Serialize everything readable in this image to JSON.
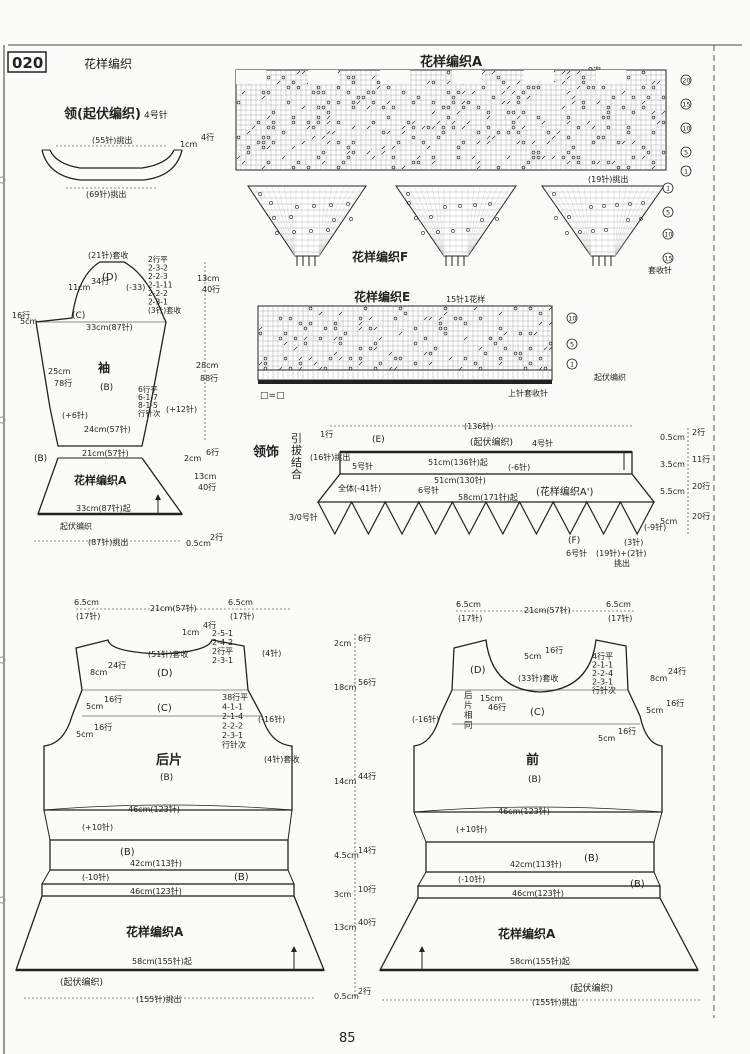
{
  "header": {
    "page_code": "020",
    "title": "花样编织",
    "page_number": "85"
  },
  "collar": {
    "title": "领(起伏编织)",
    "needle": "4号针",
    "top_pickup": "(55针)挑出",
    "bottom_pickup": "(69针)挑出",
    "height_cm": "1cm",
    "height_rows": "4行"
  },
  "sleeve": {
    "top_bind": "(21针)套收",
    "name": "袖",
    "stitch": "(B)",
    "zone_d": "(D)",
    "zone_c": "(C)",
    "cap_width": "11cm",
    "cap_rows": "34行",
    "cap_dec": "(-33)",
    "cap_schedule": [
      "2行平",
      "2-3-2",
      "2-2-3",
      "2-1-11",
      "2-2-2",
      "2-3-1",
      "(3针)套收"
    ],
    "cap_height_cm": "13cm",
    "cap_height_rows": "40行",
    "side_cm": "5cm",
    "side_rows": "16行",
    "width_33": "33cm(87针)",
    "body_cm": "25cm",
    "body_rows": "78行",
    "inc_schedule": [
      "6行平",
      "6-1-7",
      "8-1-5",
      "行针次"
    ],
    "inc_left": "(+6针)",
    "inc_right": "(+12针)",
    "total_cm": "28cm",
    "total_rows": "88行",
    "width_24": "24cm(57针)",
    "width_21": "21cm(57针)",
    "b_label": "(B)",
    "cuff_cm": "2cm",
    "cuff_rows": "6行",
    "pattern_a": "花样编织A",
    "pat_cm": "13cm",
    "pat_rows": "40行",
    "hem_width": "33cm(87针)起",
    "garter": "起伏编织",
    "pickup": "(87针)挑出",
    "hem_cm": "0.5cm",
    "hem_rows": "2行"
  },
  "chart_a": {
    "title": "花样编织A",
    "repeat": "9次",
    "row_markers": [
      "20",
      "15",
      "10",
      "5",
      "1"
    ],
    "pickup": "(19针)挑出"
  },
  "chart_f": {
    "title": "花样编织F",
    "row_markers": [
      "1",
      "5",
      "10",
      "15"
    ],
    "bind_off": "套收针"
  },
  "chart_e": {
    "title": "花样编织E",
    "note": "15针1花样",
    "row_markers": [
      "10",
      "5",
      "1"
    ],
    "garter_label": "起伏编织",
    "cast_on": "上针套收针",
    "legend": "□=□"
  },
  "neck_trim": {
    "title": "领饰",
    "side_label": "引拔结合",
    "side_needle": "3/0号针",
    "top_width": "(136针)",
    "e_label": "(E)",
    "e_garter": "(起伏编织)",
    "e_needle": "4号针",
    "pick_16": "(16针)挑出",
    "rows_1": "1行",
    "width_51a": "51cm(136针)起",
    "needle_5": "5号针",
    "dec_6": "(-6针)",
    "width_51b": "51cm(130针)",
    "full_dec": "全体(-41针)",
    "needle_6": "6号针",
    "width_58": "58cm(171针)起",
    "pattern_a2": "(花样编织A')",
    "f_label": "(F)",
    "f_needle": "6号针",
    "f_sts": "(3针)",
    "f_formula": "(19针)+(2针)",
    "f_pick": "挑出",
    "dec_9": "(-9针)",
    "right_dims": [
      {
        "cm": "0.5cm",
        "rows": "2行"
      },
      {
        "cm": "3.5cm",
        "rows": "11行"
      },
      {
        "cm": "5.5cm",
        "rows": "20行"
      },
      {
        "cm": "5cm",
        "rows": "20行"
      }
    ]
  },
  "back": {
    "name": "后片",
    "stitch": "(B)",
    "zone_d": "(D)",
    "zone_c": "(C)",
    "shoulder_l": "6.5cm",
    "shoulder_l_sts": "(17针)",
    "neck_w": "21cm(57针)",
    "shoulder_r": "6.5cm",
    "shoulder_r_sts": "(17针)",
    "neck_cm": "1cm",
    "neck_rows": "4行",
    "neck_bind": "(51针)套收",
    "shoulder_sched": [
      "2-5-1",
      "2-4-2",
      "2行平",
      "2-3-1"
    ],
    "shoulder_sts": "(4针)",
    "arm_cm": "8cm",
    "arm_rows": "24行",
    "arm_sched": [
      "38行平",
      "4-1-1",
      "2-1-4",
      "2-2-2",
      "2-3-1",
      "行针次"
    ],
    "arm_dec": "(-16针)",
    "c_cm": "5cm",
    "c_rows": "16行",
    "low_cm": "5cm",
    "low_rows": "16行",
    "bind4": "(4针)套收",
    "width_46": "46cm(123针)",
    "inc_10": "(+10针)",
    "b1": "(B)",
    "width_42": "42cm(113针)",
    "dec_10": "(-10针)",
    "width_46b": "46cm(123针)",
    "b2": "(B)",
    "pattern": "花样编织A",
    "hem": "58cm(155针)起",
    "garter": "(起伏编织)",
    "pickup": "(155针)挑出"
  },
  "middle": [
    {
      "cm": "2cm",
      "rows": "6行"
    },
    {
      "cm": "18cm",
      "rows": "56行"
    },
    {
      "cm": "14cm",
      "rows": "44行"
    },
    {
      "cm": "4.5cm",
      "rows": "14行"
    },
    {
      "cm": "3cm",
      "rows": "10行"
    },
    {
      "cm": "13cm",
      "rows": "40行"
    },
    {
      "cm": "0.5cm",
      "rows": "2行"
    }
  ],
  "front": {
    "name": "前",
    "stitch": "(B)",
    "zone_d": "(D)",
    "zone_c": "(C)",
    "shoulder_l": "6.5cm",
    "shoulder_l_sts": "(17针)",
    "neck_w": "21cm(57针)",
    "shoulder_r": "6.5cm",
    "shoulder_r_sts": "(17针)",
    "neck_cm": "5cm",
    "neck_rows": "16行",
    "neck_bind": "(33针)套收",
    "shoulder_sched": [
      "4行平",
      "2-1-1",
      "2-2-4",
      "2-3-1",
      "行针次"
    ],
    "arm_cm": "8cm",
    "arm_rows": "24行",
    "same_as_back": "后片相同",
    "mid_cm": "15cm",
    "mid_rows": "46行",
    "dec_16": "(-16针)",
    "c_cm": "5cm",
    "c_rows": "16行",
    "low_cm": "5cm",
    "low_rows": "16行",
    "width_46": "46cm(123针)",
    "inc_10": "(+10针)",
    "b1": "(B)",
    "width_42": "42cm(113针)",
    "dec_10": "(-10针)",
    "width_46b": "46cm(123针)",
    "b2": "(B)",
    "pattern": "花样编织A",
    "hem": "58cm(155针)起",
    "garter": "(起伏编织)",
    "pickup": "(155针)挑出"
  }
}
